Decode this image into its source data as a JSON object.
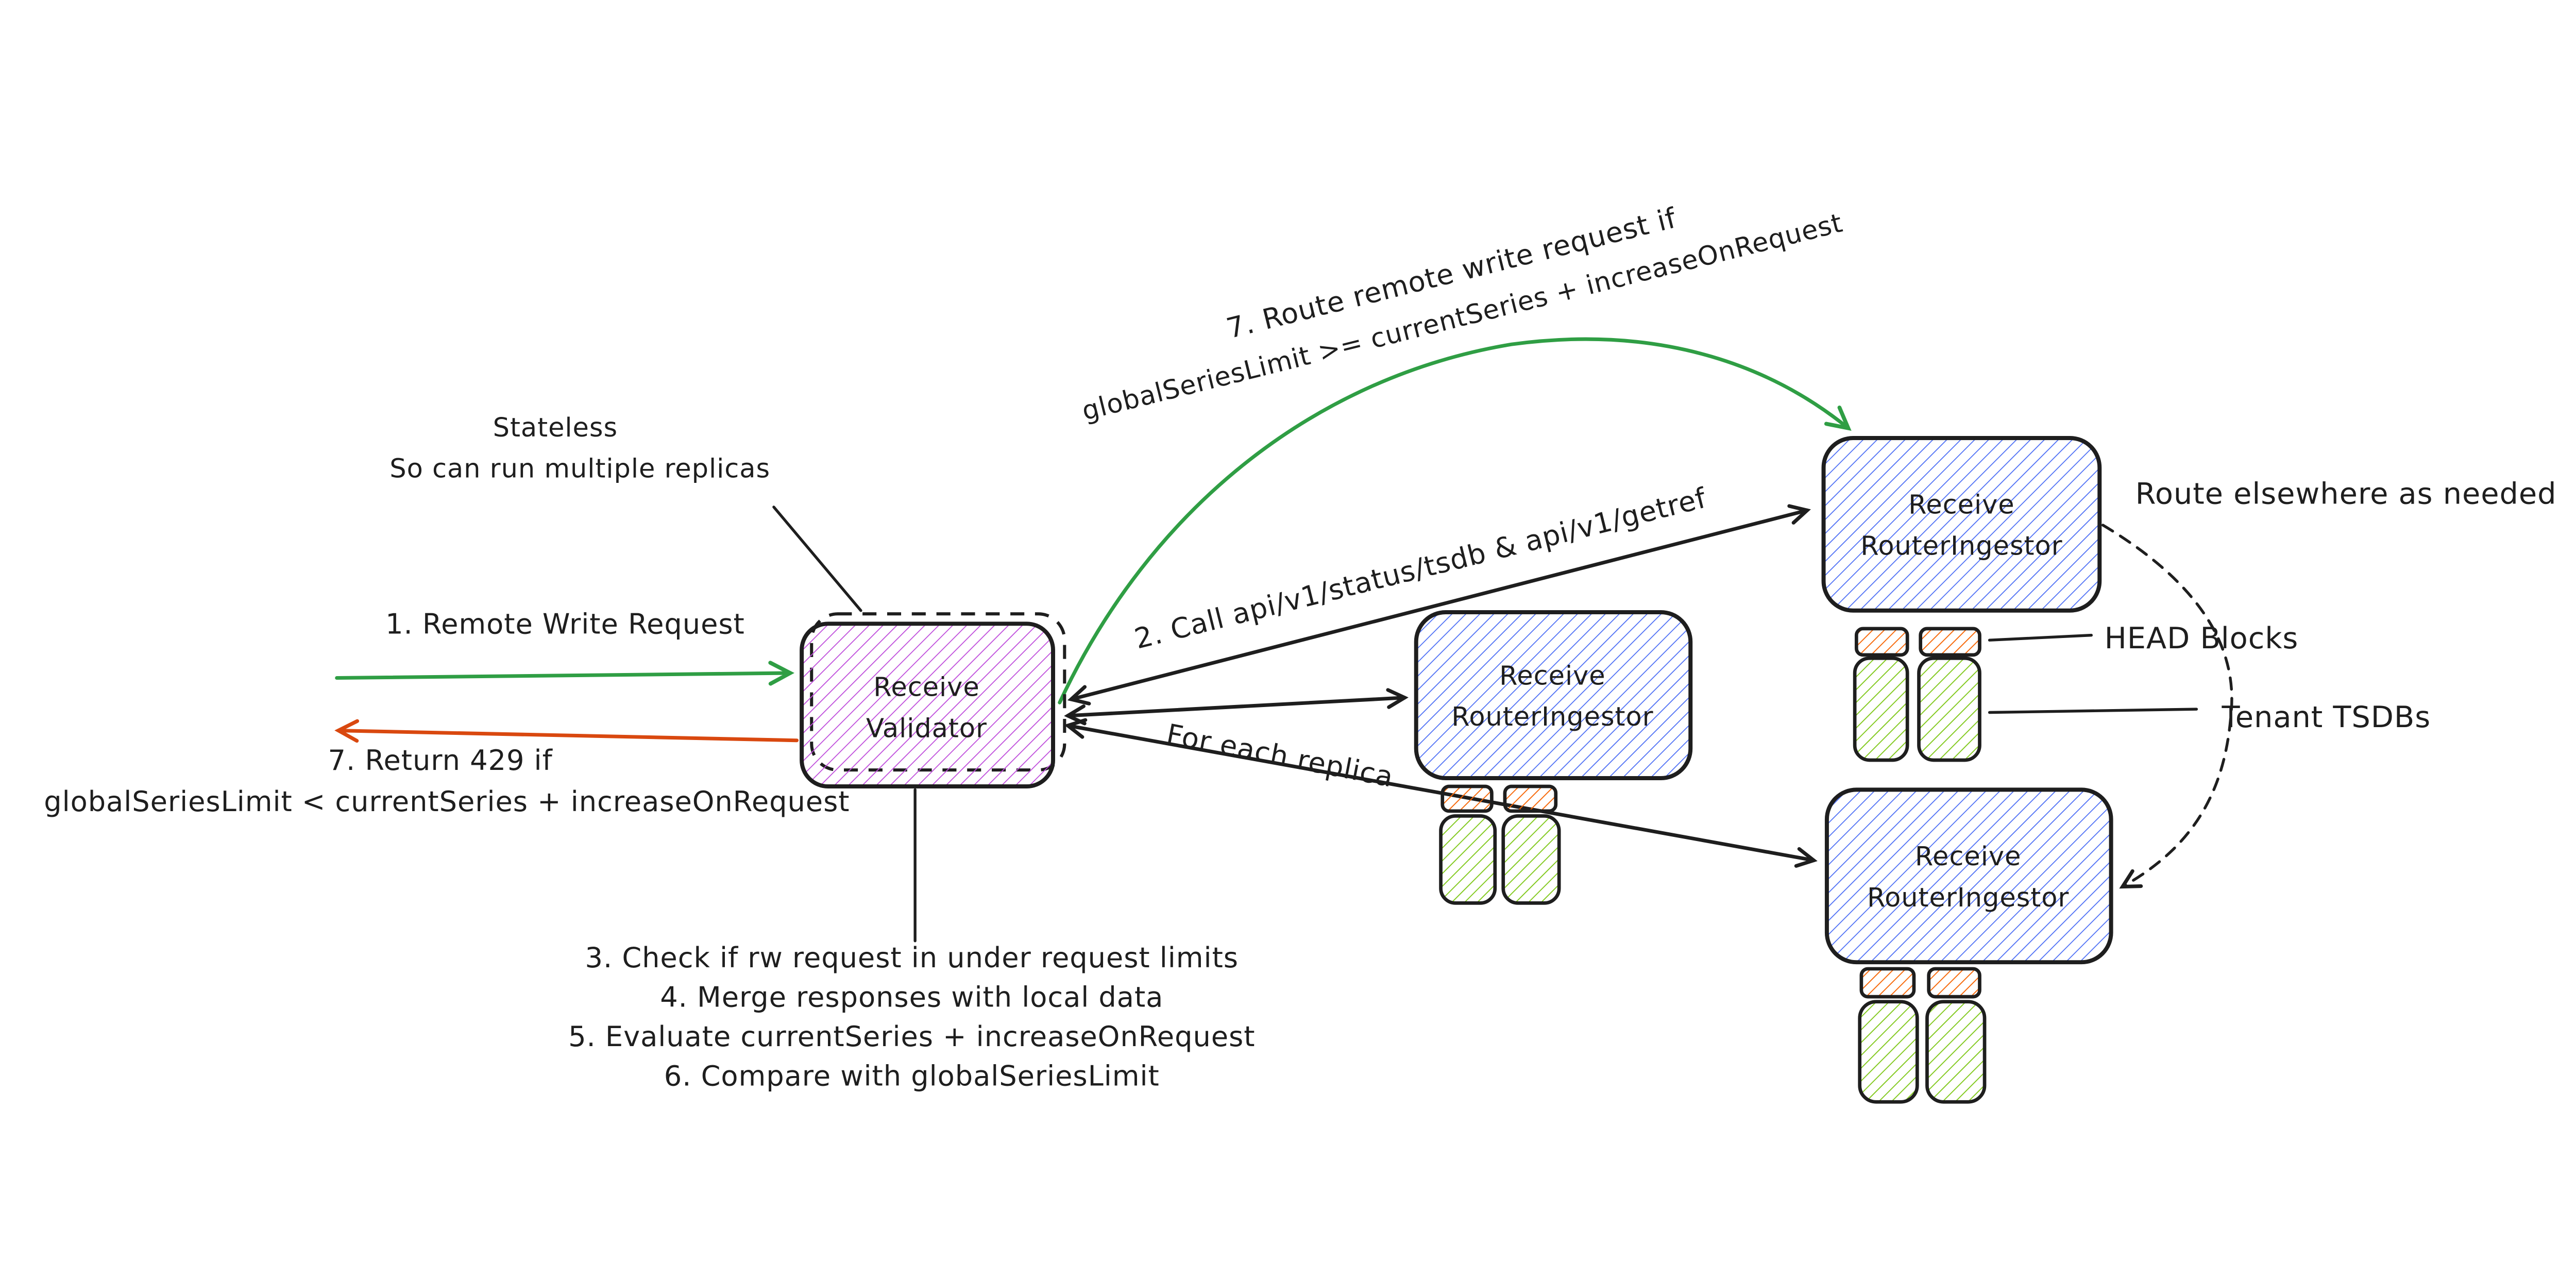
{
  "colors": {
    "background": "#ffffff",
    "ink": "#1e1e1e",
    "green": "#2f9e44",
    "red": "#d9480f",
    "validator_hatch": "#be4bdb",
    "router_hatch": "#4c6ef5",
    "head_block_hatch": "#f76707",
    "tsdb_hatch": "#82c91e"
  },
  "nodes": {
    "validator": {
      "line1": "Receive",
      "line2": "Validator"
    },
    "router_top": {
      "line1": "Receive",
      "line2": "RouterIngestor"
    },
    "router_middle": {
      "line1": "Receive",
      "line2": "RouterIngestor"
    },
    "router_bottom": {
      "line1": "Receive",
      "line2": "RouterIngestor"
    }
  },
  "annotations": {
    "route_condition": {
      "line1": "7. Route remote write request if",
      "line2": "globalSeriesLimit >= currentSeries + increaseOnRequest"
    },
    "stateless": {
      "line1": "Stateless",
      "line2": "So can run multiple replicas"
    },
    "remote_write": "1. Remote Write Request",
    "return_429": {
      "line1": "7. Return 429 if",
      "line2": "globalSeriesLimit < currentSeries + increaseOnRequest"
    },
    "call_api": "2. Call api/v1/status/tsdb & api/v1/getref",
    "for_each_replica": "For each replica",
    "route_elsewhere": "Route elsewhere as needed",
    "head_blocks": "HEAD Blocks",
    "tenant_tsdbs": "Tenant TSDBs",
    "steps": [
      "3. Check if rw request in under request limits",
      "4. Merge responses with local data",
      "5. Evaluate currentSeries + increaseOnRequest",
      "6. Compare with globalSeriesLimit"
    ]
  }
}
